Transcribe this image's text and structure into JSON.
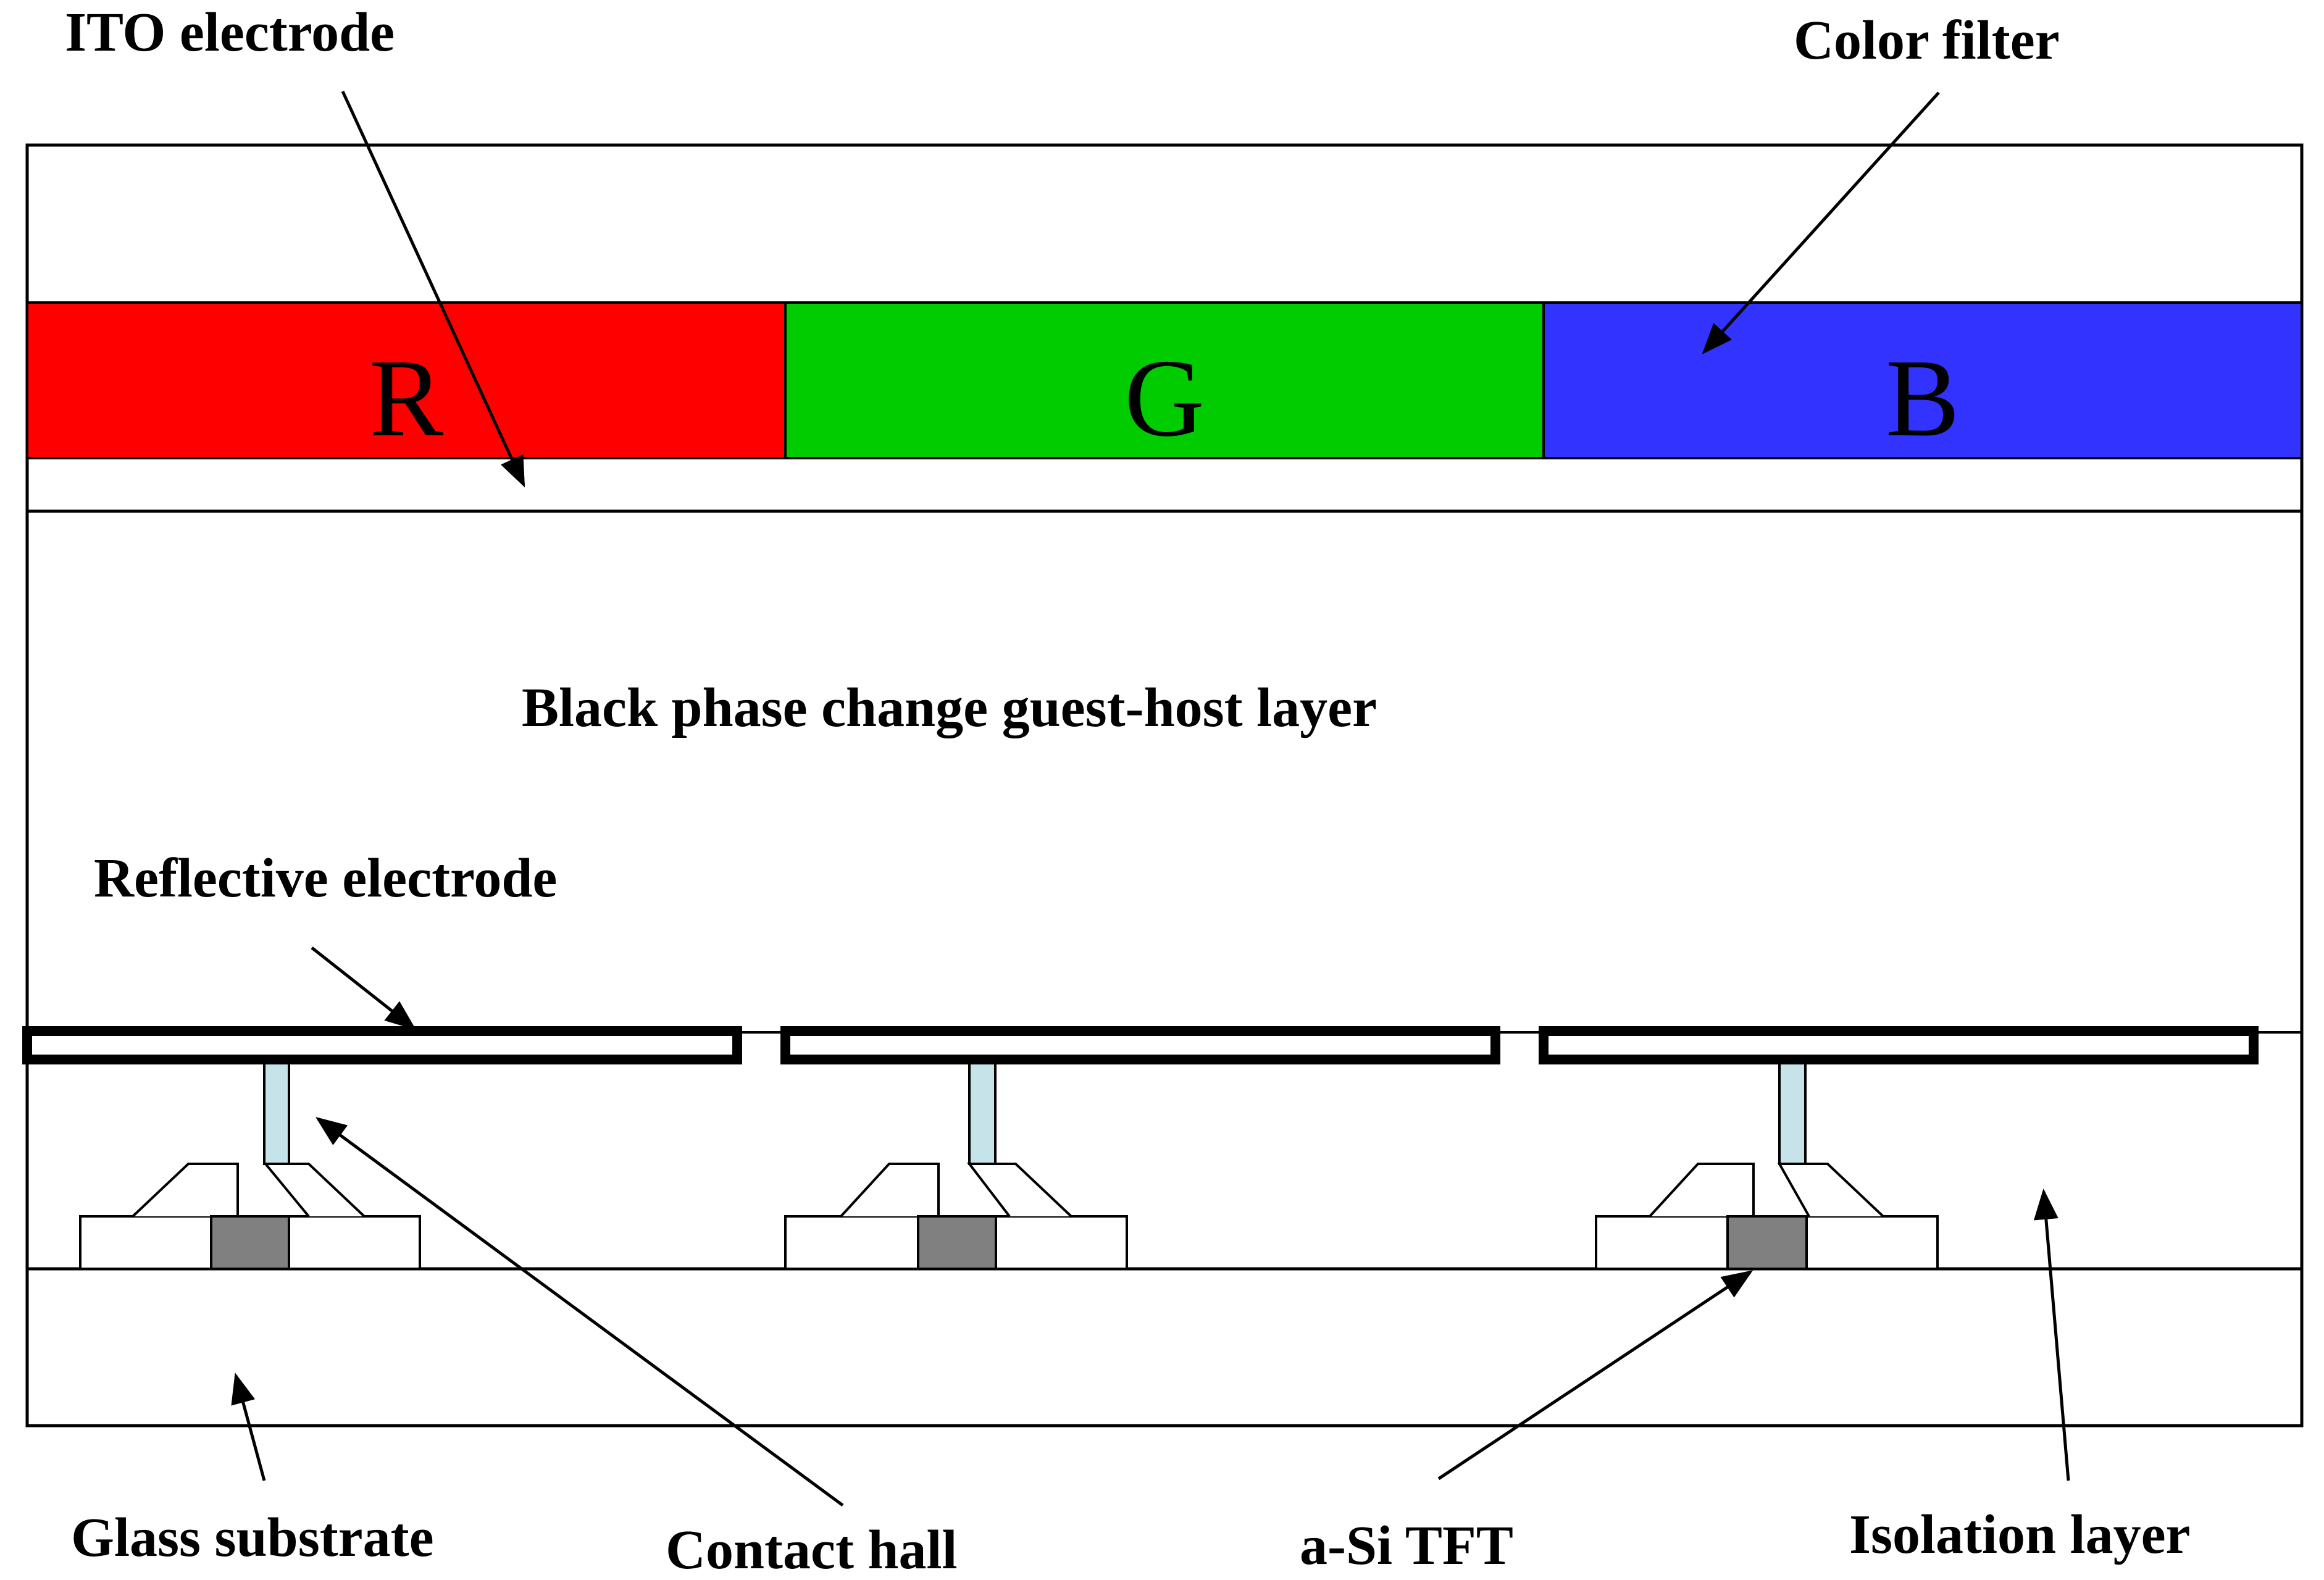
{
  "labels": {
    "ito_electrode": "ITO electrode",
    "color_filter": "Color filter",
    "guest_host_layer": "Black phase change guest-host layer",
    "reflective_electrode": "Reflective electrode",
    "glass_substrate": "Glass substrate",
    "contact_hall": "Contact hall",
    "asi_tft": "a-Si TFT",
    "isolation_layer": "Isolation layer"
  },
  "filters": [
    {
      "letter": "R",
      "color": "#ff0000"
    },
    {
      "letter": "G",
      "color": "#00cc00"
    },
    {
      "letter": "B",
      "color": "#3333ff"
    }
  ],
  "colors": {
    "contact_via": "#c5e3e8",
    "tft_channel": "#808080"
  }
}
